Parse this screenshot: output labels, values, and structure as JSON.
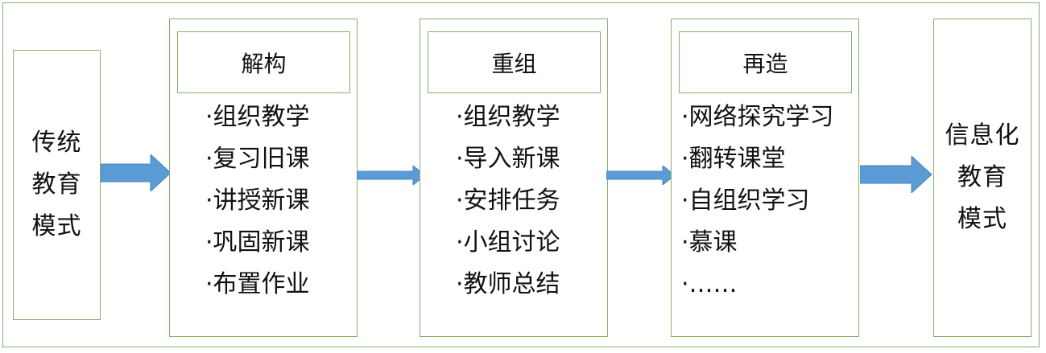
{
  "left_box": {
    "lines": [
      "传统",
      "教育",
      "模式"
    ]
  },
  "right_box": {
    "lines": [
      "信息化",
      "教育",
      "模式"
    ]
  },
  "stages": [
    {
      "title": "解构",
      "items": [
        "·组织教学",
        "·复习旧课",
        "·讲授新课",
        "·巩固新课",
        "·布置作业"
      ]
    },
    {
      "title": "重组",
      "items": [
        "·组织教学",
        "·导入新课",
        "·安排任务",
        "·小组讨论",
        "·教师总结"
      ]
    },
    {
      "title": "再造",
      "items": [
        "·网络探究学习",
        "·翻转课堂",
        "·自组织学习",
        "·慕课",
        "·……"
      ]
    }
  ],
  "colors": {
    "border": "#88b06a",
    "arrow": "#5b9bd5",
    "arrow_stroke": "#4a86c0"
  }
}
